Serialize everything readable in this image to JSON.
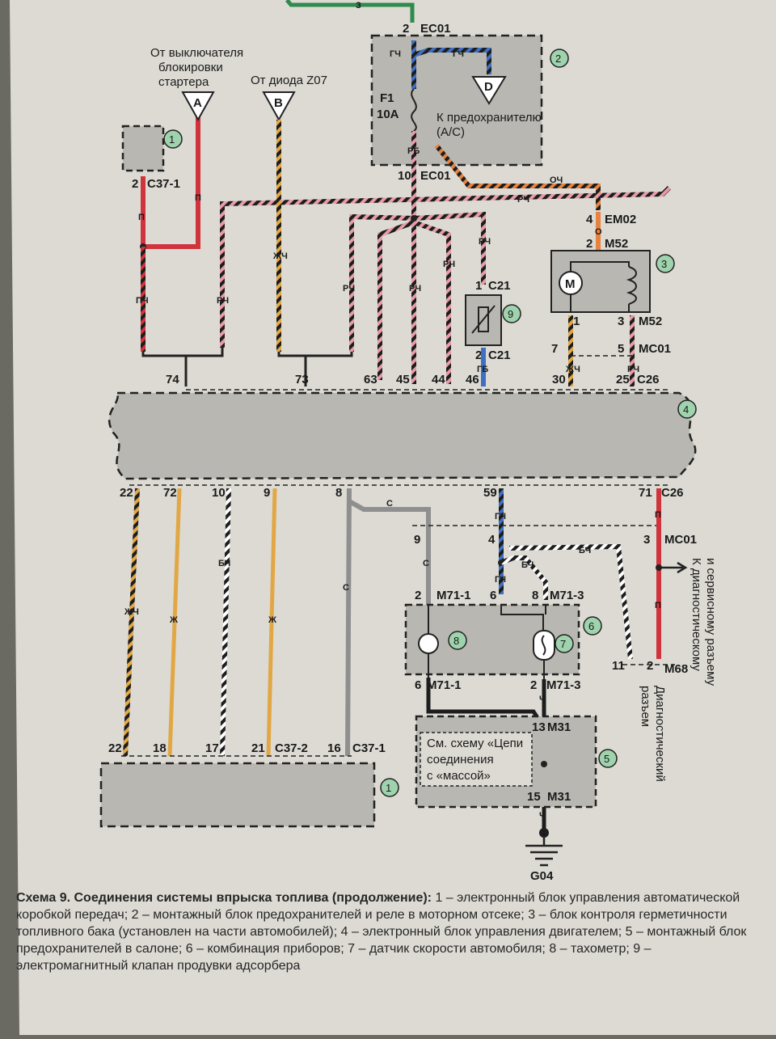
{
  "source_a": {
    "line1": "От выключателя",
    "line2": "блокировки",
    "line3": "стартера",
    "letter": "A"
  },
  "source_b": {
    "line1": "От диода Z07",
    "letter": "B"
  },
  "fuse": {
    "name": "F1",
    "rating": "10A"
  },
  "to_fuse_note": {
    "line1": "К предохранителю",
    "line2": "(A/C)",
    "letter": "D"
  },
  "connectors": {
    "ec01_top": "EC01",
    "ec01_top_pin": "2",
    "ec01_bot": "EC01",
    "ec01_bot_pin": "10",
    "c37_1_top": "C37-1",
    "c37_1_top_pin": "2",
    "em02": "EM02",
    "em02_pin": "4",
    "m52_top": "M52",
    "m52_top_pin": "2",
    "m52_bot": "M52",
    "m52_bot_pin1": "1",
    "m52_bot_pin3": "3",
    "mc01_top": "MC01",
    "mc01_top_pin7": "7",
    "mc01_top_pin5": "5",
    "c21_top": "C21",
    "c21_top_pin": "1",
    "c21_bot": "C21",
    "c21_bot_pin": "2",
    "c26_top": "C26",
    "c26_bot": "C26",
    "mc01_bot": "MC01",
    "mc01_bot_pin9": "9",
    "mc01_bot_pin4": "4",
    "mc01_bot_pin3": "3",
    "m71_1_top": "M71-1",
    "m71_1_top_pin": "2",
    "m71_3_top": "M71-3",
    "m71_3_top_pin6": "6",
    "m71_3_top_pin8": "8",
    "m71_1_bot": "M71-1",
    "m71_1_bot_pin": "6",
    "m71_3_bot": "M71-3",
    "m71_3_bot_pin": "2",
    "m31_top": "M31",
    "m31_top_pin": "13",
    "m31_bot": "M31",
    "m31_bot_pin": "15",
    "m68": "M68",
    "m68_pin11": "11",
    "m68_pin2": "2",
    "c37_2": "C37-2",
    "c37_1_bot": "C37-1",
    "ground": "G04"
  },
  "ecu_pins_top": [
    "74",
    "73",
    "63",
    "45",
    "44",
    "46",
    "30",
    "25"
  ],
  "ecu_pins_bottom": [
    "22",
    "72",
    "10",
    "9",
    "8",
    "59",
    "71"
  ],
  "tcm_pins": [
    "22",
    "18",
    "17",
    "21",
    "16"
  ],
  "wire_colors": {
    "gch": "ГЧ",
    "rb": "РБ",
    "och": "ОЧ",
    "rch": "РЧ",
    "o": "О",
    "p": "П",
    "pch": "ПЧ",
    "zhch": "ЖЧ",
    "gb": "ГБ",
    "zh": "Ж",
    "bch": "БЧ",
    "s": "С",
    "ch": "Ч",
    "z": "З"
  },
  "component_numbers": [
    "1",
    "2",
    "3",
    "4",
    "5",
    "6",
    "7",
    "8",
    "9",
    "1"
  ],
  "ground_note": {
    "line1": "См. схему «Цепи",
    "line2": "соединения",
    "line3": "с «массой»"
  },
  "diag_right": {
    "line1": "К диагностическому",
    "line2": "и сервисному разъему"
  },
  "diag_conn": {
    "line1": "Диагностический",
    "line2": "разъем"
  },
  "motor_label": "M",
  "caption": {
    "title": "Схема 9. Соединения системы впрыска топлива (продолжение):",
    "body": " 1 – электронный блок управления автоматической коробкой передач; 2 – монтажный блок предохранителей и реле в моторном отсеке; 3 – блок контроля герметичности топливного бака (установлен на части автомобилей); 4 – электронный блок управления двигателем; 5 – монтажный блок предохранителей в салоне; 6 – комбинация приборов; 7 – датчик скорости автомобиля; 8 – тахометр; 9 – электромагнитный клапан продувки адсорбера"
  },
  "colors": {
    "paper": "#dcdad3",
    "box": "#b9b7b1",
    "red": "#d0333b",
    "pink": "#e79aa8",
    "yellow": "#e2a745",
    "green": "#2f8a4d",
    "blue": "#3f6fc0",
    "grey": "#8f8f8f",
    "black": "#1d1d1d",
    "callout": "#9fd3ad"
  }
}
